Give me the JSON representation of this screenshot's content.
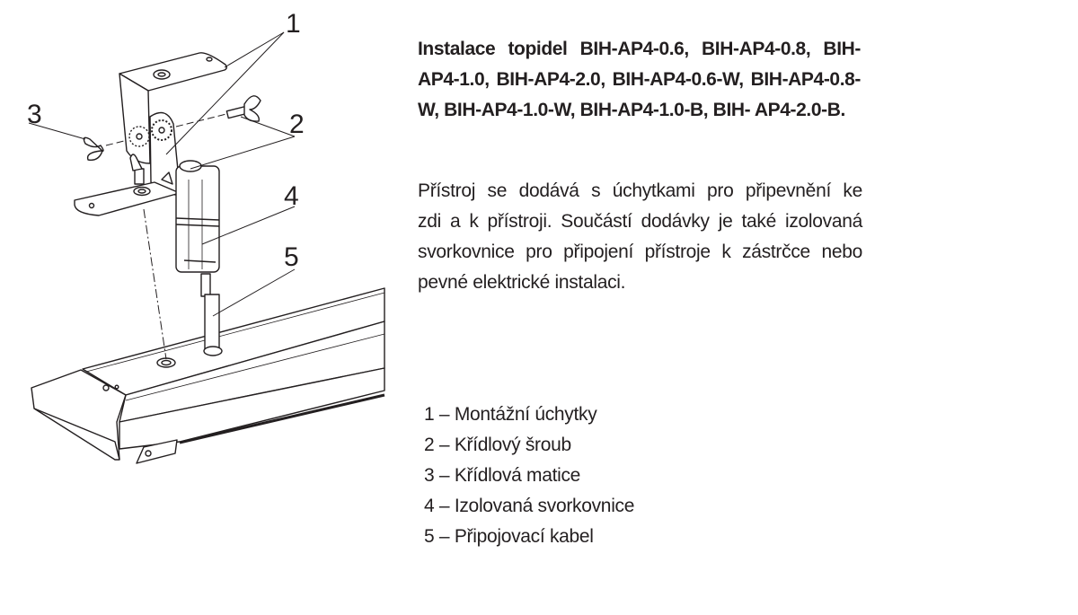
{
  "heading": {
    "lines": [
      "Instalace topidel BIH-AP4-0.6, BIH-AP4-0.8, BIH-",
      "AP4-1.0, BIH-AP4-2.0, BIH-AP4-0.6-W, BIH-AP4-0.8-",
      "W, BIH-AP4-1.0-W, BIH-AP4-1.0-B, BIH- AP4-2.0-B."
    ]
  },
  "paragraph": {
    "lines": [
      "Přístroj se dodává s úchytkami pro připevnění ke",
      "zdi a k přístroji. Součástí dodávky je také izolovaná",
      "svorkovnice pro připojení přístroje k zástrčce nebo",
      "pevné elektrické instalaci."
    ]
  },
  "legend": [
    {
      "text": "1 – Montážní úchytky"
    },
    {
      "text": "2 – Křídlový šroub"
    },
    {
      "text": "3 – Křídlová matice"
    },
    {
      "text": "4 – Izolovaná svorkovnice"
    },
    {
      "text": "5 – Připojovací kabel"
    }
  ],
  "diagram": {
    "callouts": [
      "1",
      "2",
      "3",
      "4",
      "5"
    ]
  },
  "colors": {
    "ink": "#231f20",
    "background": "#ffffff"
  }
}
